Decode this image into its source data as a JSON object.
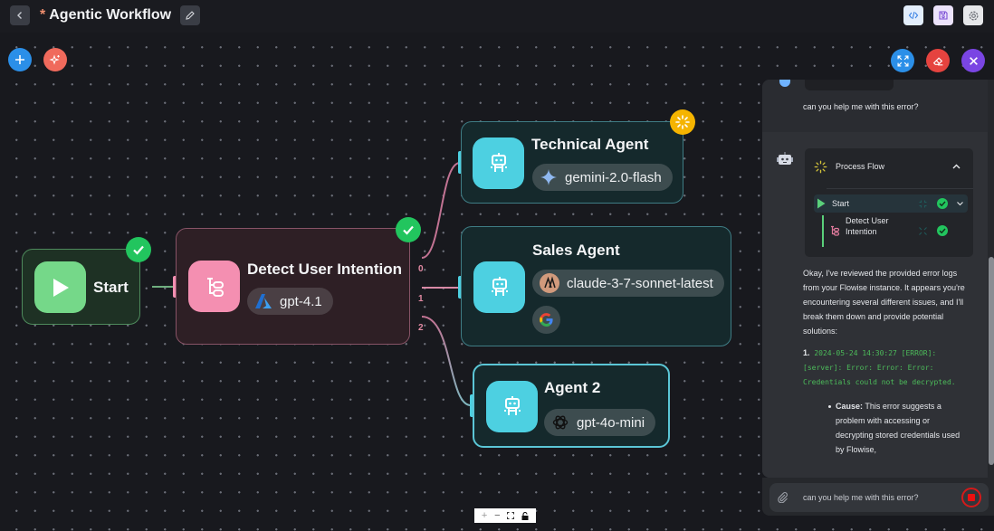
{
  "header": {
    "back_icon": "chevron-left-icon",
    "unsaved_marker": "*",
    "title": "Agentic Workflow",
    "edit_icon": "pencil-icon",
    "actions": [
      {
        "name": "code-button",
        "icon": "code-icon"
      },
      {
        "name": "save-button",
        "icon": "floppy-disk-icon"
      },
      {
        "name": "settings-button",
        "icon": "gear-icon"
      }
    ]
  },
  "canvas_controls": {
    "add_node_icon": "plus-icon",
    "generate_icon": "sparkles-icon",
    "expand_icon": "expand-icon",
    "clear_icon": "eraser-icon",
    "close_icon": "close-icon",
    "zoom_controls": {
      "zoom_in": "+",
      "zoom_out": "−",
      "fit_view": "fit-view-icon",
      "lock": "lock-icon"
    }
  },
  "nodes": [
    {
      "id": "start",
      "title": "Start",
      "icon": "play-icon",
      "status": "success",
      "color": "#75d889"
    },
    {
      "id": "detect",
      "title": "Detect User Intention",
      "icon": "condition-tree-icon",
      "model": "gpt-4.1",
      "model_icon": "azure-icon",
      "status": "success",
      "color": "#f48fb1"
    },
    {
      "id": "technical",
      "title": "Technical Agent",
      "icon": "robot-icon",
      "model": "gemini-2.0-flash",
      "model_icon": "gemini-icon",
      "status": "running",
      "color": "#4dd0e1"
    },
    {
      "id": "sales",
      "title": "Sales Agent",
      "icon": "robot-icon",
      "model": "claude-3-7-sonnet-latest",
      "model_icon": "anthropic-icon",
      "tool_icon": "google-icon",
      "color": "#4dd0e1"
    },
    {
      "id": "agent2",
      "title": "Agent 2",
      "icon": "robot-icon",
      "model": "gpt-4o-mini",
      "model_icon": "openai-icon",
      "color": "#4dd0e1"
    }
  ],
  "edges": [
    {
      "from": "start",
      "to": "detect"
    },
    {
      "from": "detect",
      "to": "technical",
      "label": "0"
    },
    {
      "from": "detect",
      "to": "sales",
      "label": "1"
    },
    {
      "from": "detect",
      "to": "agent2",
      "label": "2"
    }
  ],
  "chat": {
    "user_message": "can you help me with this error?",
    "process_flow": {
      "title": "Process Flow",
      "steps": [
        {
          "label": "Start",
          "status": "success"
        },
        {
          "label": "Detect User Intention",
          "label_line1": "Detect User",
          "label_line2": "Intention",
          "status": "success"
        }
      ]
    },
    "response": {
      "intro_lines": [
        "Okay, I've reviewed the provided error logs",
        "from your Flowise instance. It appears you're",
        "encountering several different issues, and I'll",
        "break them down and provide potential",
        "solutions:"
      ],
      "item_number": "1.",
      "code_lines": [
        "2024-05-24 14:30:27 [ERROR]:",
        "[server]: Error: Error: Error:",
        "Credentials could not be decrypted."
      ],
      "cause_label": "Cause:",
      "cause_lines": [
        "This error suggests a",
        "problem with accessing or",
        "decrypting stored credentials used",
        "by Flowise,"
      ]
    },
    "input": {
      "value": "can you help me with this error?",
      "attach_icon": "paperclip-icon",
      "stop_icon": "stop-icon"
    }
  },
  "colors": {
    "success": "#22c55e",
    "running": "#f5b400",
    "agent": "#4dd0e1",
    "condition": "#f48fb1",
    "start": "#75d889"
  }
}
